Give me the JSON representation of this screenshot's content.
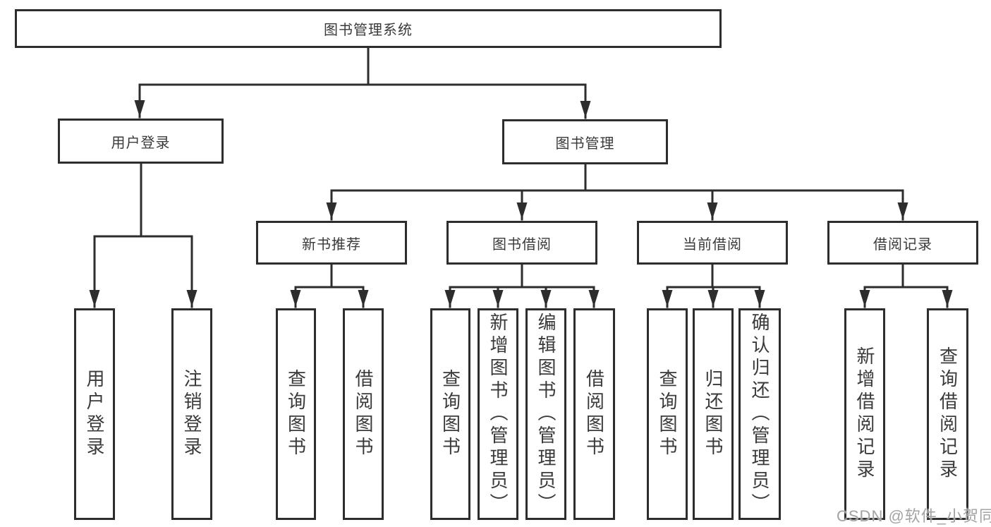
{
  "tree": {
    "root": {
      "label": "图书管理系统"
    },
    "branches": [
      {
        "label": "用户登录",
        "children": [
          {
            "label": "用户登录"
          },
          {
            "label": "注销登录"
          }
        ]
      },
      {
        "label": "图书管理",
        "children": [
          {
            "label": "新书推荐",
            "children": [
              {
                "label": "查询图书"
              },
              {
                "label": "借阅图书"
              }
            ]
          },
          {
            "label": "图书借阅",
            "children": [
              {
                "label": "查询图书"
              },
              {
                "label": "新增图书（管理员）"
              },
              {
                "label": "编辑图书（管理员）"
              },
              {
                "label": "借阅图书"
              }
            ]
          },
          {
            "label": "当前借阅",
            "children": [
              {
                "label": "查询图书"
              },
              {
                "label": "归还图书"
              },
              {
                "label": "确认归还（管理员）"
              }
            ]
          },
          {
            "label": "借阅记录",
            "children": [
              {
                "label": "新增借阅记录"
              },
              {
                "label": "查询借阅记录"
              }
            ]
          }
        ]
      }
    ]
  },
  "watermark": {
    "text": "CSDN @软件_小贺同学"
  },
  "colors": {
    "line": "#2d2d2d",
    "text": "#3a3a3a",
    "background": "#ffffff",
    "watermark": "#a3a3a3"
  }
}
